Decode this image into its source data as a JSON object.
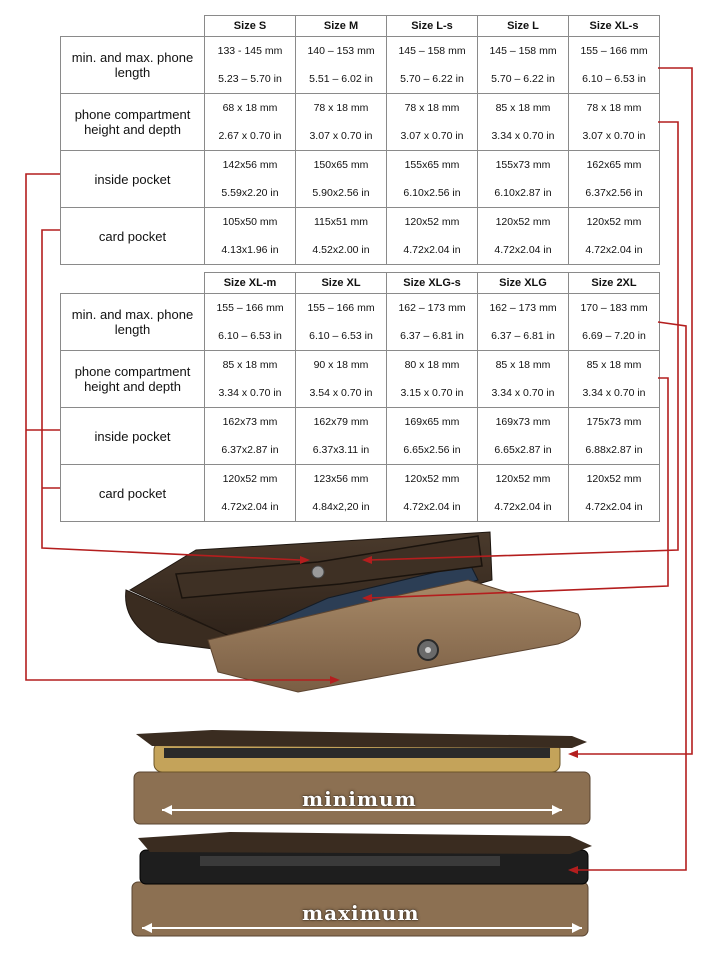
{
  "colors": {
    "leader_line": "#b41e1e",
    "grid_border": "#8a8a8a",
    "leather_dark": "#3c2e24",
    "leather_suede": "#8a6e50"
  },
  "tables": [
    {
      "sizes": [
        "Size S",
        "Size M",
        "Size L-s",
        "Size L",
        "Size XL-s"
      ],
      "rows": [
        {
          "label": "min. and max. phone length",
          "mm": [
            "133 - 145 mm",
            "140 – 153 mm",
            "145 – 158 mm",
            "145 – 158 mm",
            "155 – 166 mm"
          ],
          "in": [
            "5.23 – 5.70 in",
            "5.51 – 6.02 in",
            "5.70 – 6.22 in",
            "5.70 – 6.22 in",
            "6.10 – 6.53 in"
          ]
        },
        {
          "label": "phone compartment height and depth",
          "mm": [
            "68 x 18 mm",
            "78 x 18 mm",
            "78 x 18 mm",
            "85 x 18 mm",
            "78 x 18 mm"
          ],
          "in": [
            "2.67 x 0.70 in",
            "3.07 x 0.70 in",
            "3.07 x 0.70 in",
            "3.34 x 0.70 in",
            "3.07 x 0.70 in"
          ]
        },
        {
          "label": "inside pocket",
          "mm": [
            "142x56 mm",
            "150x65 mm",
            "155x65 mm",
            "155x73 mm",
            "162x65 mm"
          ],
          "in": [
            "5.59x2.20 in",
            "5.90x2.56 in",
            "6.10x2.56 in",
            "6.10x2.87 in",
            "6.37x2.56 in"
          ]
        },
        {
          "label": "card pocket",
          "mm": [
            "105x50 mm",
            "115x51 mm",
            "120x52 mm",
            "120x52 mm",
            "120x52 mm"
          ],
          "in": [
            "4.13x1.96 in",
            "4.52x2.00 in",
            "4.72x2.04 in",
            "4.72x2.04 in",
            "4.72x2.04 in"
          ]
        }
      ]
    },
    {
      "sizes": [
        "Size XL-m",
        "Size XL",
        "Size XLG-s",
        "Size XLG",
        "Size 2XL"
      ],
      "rows": [
        {
          "label": "min. and max. phone length",
          "mm": [
            "155 – 166 mm",
            "155 – 166 mm",
            "162 – 173 mm",
            "162 – 173 mm",
            "170 – 183 mm"
          ],
          "in": [
            "6.10 – 6.53 in",
            "6.10 – 6.53 in",
            "6.37 – 6.81 in",
            "6.37 – 6.81 in",
            "6.69 – 7.20 in"
          ]
        },
        {
          "label": "phone compartment height and depth",
          "mm": [
            "85 x 18 mm",
            "90 x 18 mm",
            "80 x 18 mm",
            "85 x 18 mm",
            "85 x 18 mm"
          ],
          "in": [
            "3.34 x 0.70 in",
            "3.54 x 0.70 in",
            "3.15 x 0.70 in",
            "3.34 x 0.70 in",
            "3.34 x 0.70 in"
          ]
        },
        {
          "label": "inside pocket",
          "mm": [
            "162x73 mm",
            "162x79 mm",
            "169x65 mm",
            "169x73 mm",
            "175x73 mm"
          ],
          "in": [
            "6.37x2.87 in",
            "6.37x3.11 in",
            "6.65x2.56 in",
            "6.65x2.87 in",
            "6.88x2.87 in"
          ]
        },
        {
          "label": "card pocket",
          "mm": [
            "120x52 mm",
            "123x56 mm",
            "120x52 mm",
            "120x52 mm",
            "120x52 mm"
          ],
          "in": [
            "4.72x2.04 in",
            "4.84x2,20 in",
            "4.72x2.04 in",
            "4.72x2.04 in",
            "4.72x2.04 in"
          ]
        }
      ]
    }
  ],
  "photos": {
    "open_pouch": {
      "icon": "leather-phone-pouch-open"
    },
    "minimum": {
      "label": "minimum",
      "icon": "pouch-with-short-phone"
    },
    "maximum": {
      "label": "maximum",
      "icon": "pouch-with-long-phone"
    }
  }
}
